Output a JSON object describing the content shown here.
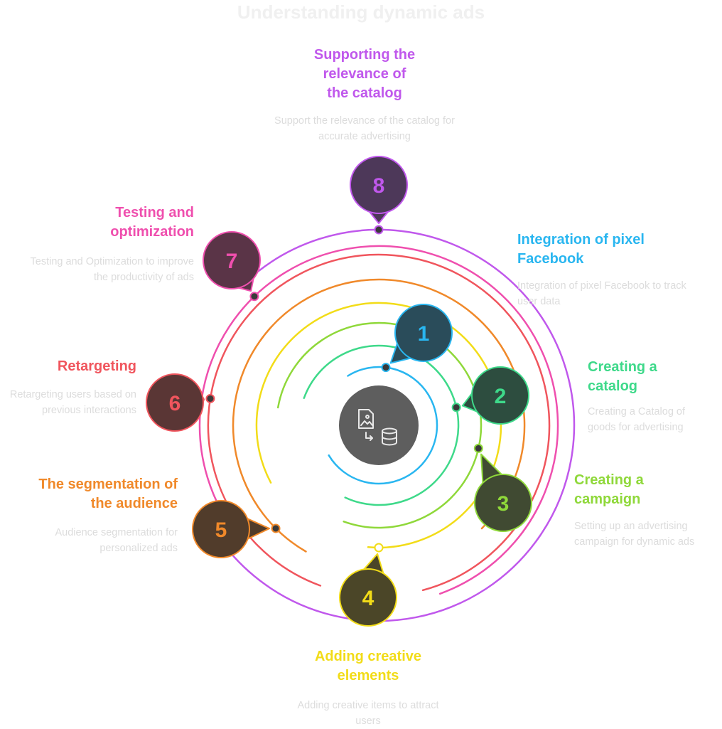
{
  "title": "Understanding dynamic ads",
  "center_icon": "image-to-database-icon",
  "steps": [
    {
      "number": "1",
      "title": "Integration of pixel Facebook",
      "description": "Integration of pixel Facebook to track user data",
      "color": "#29b6f0",
      "fill": "#2a4c5a"
    },
    {
      "number": "2",
      "title": "Creating a catalog",
      "description": "Creating a Catalog of goods for advertising",
      "color": "#3ed98a",
      "fill": "#2d4d3f"
    },
    {
      "number": "3",
      "title": "Creating a campaign",
      "description": "Setting up an advertising campaign for dynamic ads",
      "color": "#8fd83a",
      "fill": "#404a32"
    },
    {
      "number": "4",
      "title": "Adding creative elements",
      "description": "Adding creative items to attract users",
      "color": "#f2dc18",
      "fill": "#4b4628"
    },
    {
      "number": "5",
      "title": "The segmentation of the audience",
      "description": "Audience segmentation for personalized ads",
      "color": "#f0892a",
      "fill": "#513c2b"
    },
    {
      "number": "6",
      "title": "Retargeting",
      "description": "Retargeting users based on previous interactions",
      "color": "#f0555d",
      "fill": "#5a3635"
    },
    {
      "number": "7",
      "title": "Testing and optimization",
      "description": "Testing and Optimization to improve the productivity of ads",
      "color": "#ef4fae",
      "fill": "#5a3447"
    },
    {
      "number": "8",
      "title": "Supporting the relevance of the catalog",
      "description": "Support the relevance of the catalog for accurate advertising",
      "color": "#c058ec",
      "fill": "#4d3859"
    }
  ]
}
